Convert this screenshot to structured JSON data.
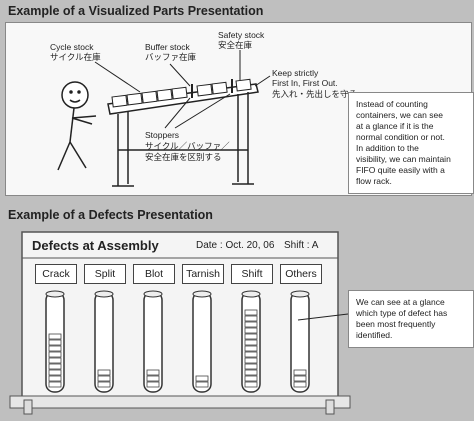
{
  "visualized": {
    "heading": "Example of a Visualized Parts Presentation",
    "labels": {
      "cycle": "Cycle stock",
      "cycle_jp": "サイクル在庫",
      "buffer": "Buffer stock",
      "buffer_jp": "バッファ在庫",
      "safety": "Safety stock",
      "safety_jp": "安全在庫",
      "fifo_1": "Keep strictly",
      "fifo_2": "First In, First Out.",
      "fifo_jp": "先入れ・先出しを守る",
      "stoppers": "Stoppers",
      "stoppers_jp1": "サイクル／バッファ／",
      "stoppers_jp2": "安全在庫を区別する"
    },
    "note": [
      "Instead of counting",
      "containers, we can see",
      "at a glance if it is the",
      "normal condition or not.",
      "In addition to the",
      "visibility, we can maintain",
      "FIFO quite easily with a",
      "flow rack."
    ]
  },
  "defects": {
    "heading": "Example of a Defects Presentation",
    "board_title": "Defects at Assembly",
    "date": "Date : Oct. 20, 06",
    "shift": "Shift : A",
    "categories": [
      {
        "label": "Crack",
        "fill": 0.62
      },
      {
        "label": "Split",
        "fill": 0.21
      },
      {
        "label": "Blot",
        "fill": 0.23
      },
      {
        "label": "Tarnish",
        "fill": 0.15
      },
      {
        "label": "Shift",
        "fill": 0.86
      },
      {
        "label": "Others",
        "fill": 0.22
      }
    ],
    "note": [
      "We can see at a glance",
      "which type of defect has",
      "been most frequently",
      "identified."
    ]
  }
}
